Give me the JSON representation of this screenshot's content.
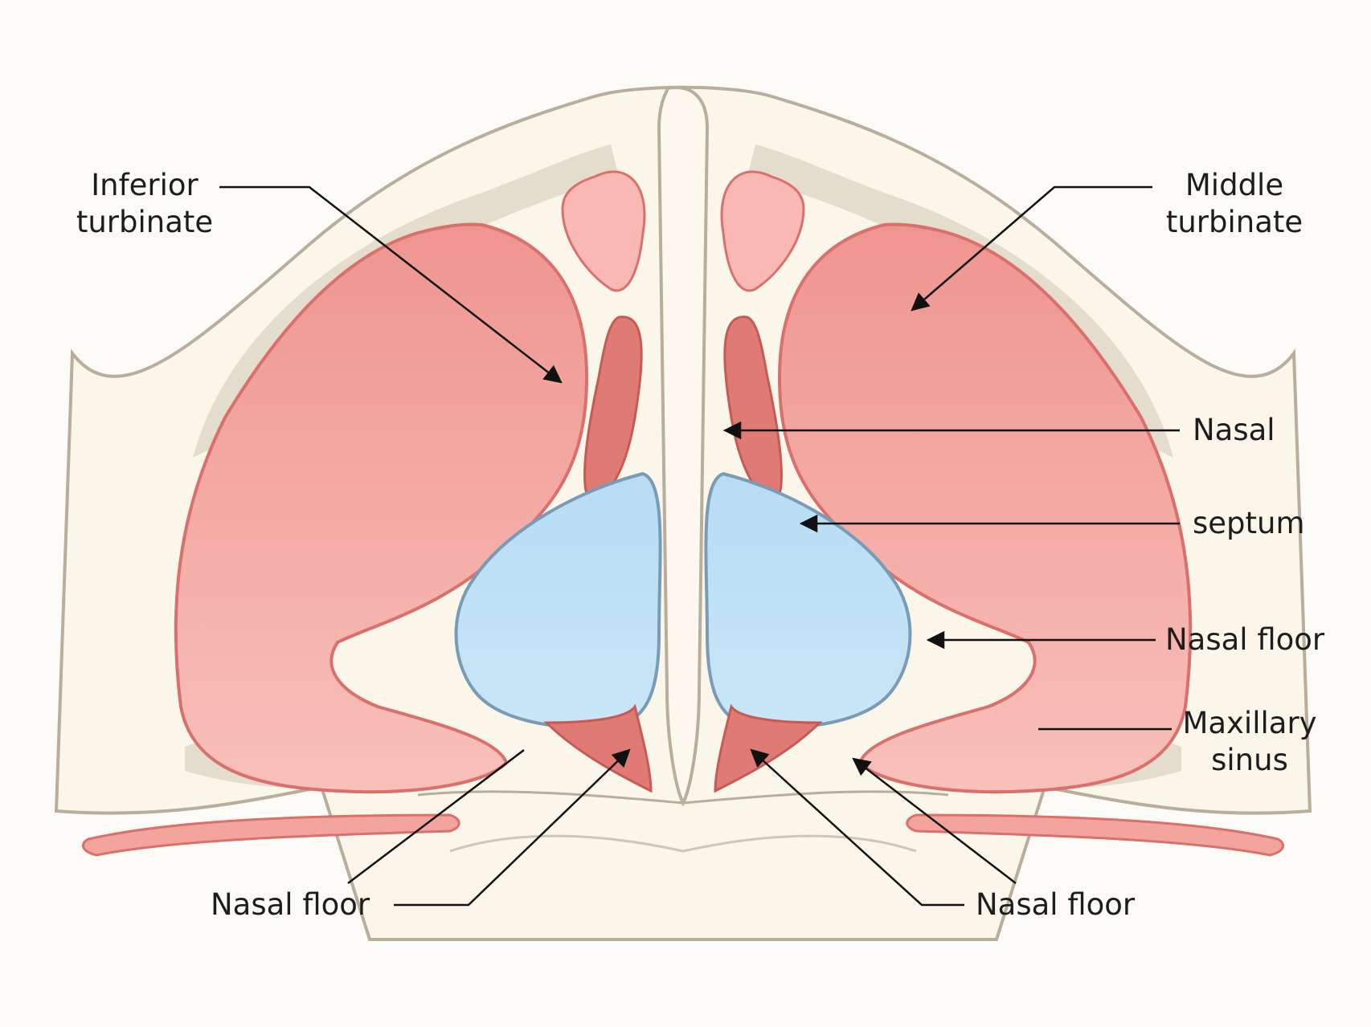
{
  "labels": {
    "inferior_turbinate": [
      "Inferior",
      "turbinate"
    ],
    "middle_turbinate": [
      "Middle",
      "turbinate"
    ],
    "nasal": "Nasal",
    "septum": "septum",
    "nasal_floor_right": "Nasal floor",
    "maxillary_sinus": [
      "Maxillary",
      "sinus"
    ],
    "nasal_floor_bottom_left": "Nasal floor",
    "nasal_floor_bottom_right": "Nasal floor"
  },
  "colors": {
    "background": "#fcfbf8",
    "bone": "#fbf6ea",
    "bone_outline": "#b9ad9c",
    "bone_shade": "#e4dccd",
    "sinus_fill": "#f4a6a1",
    "sinus_outline": "#d9706b",
    "airway_fill": "#bfe0f5",
    "airway_outline": "#7a9bb5",
    "red_tissue": "#e07a74",
    "leader_line": "#111111"
  }
}
